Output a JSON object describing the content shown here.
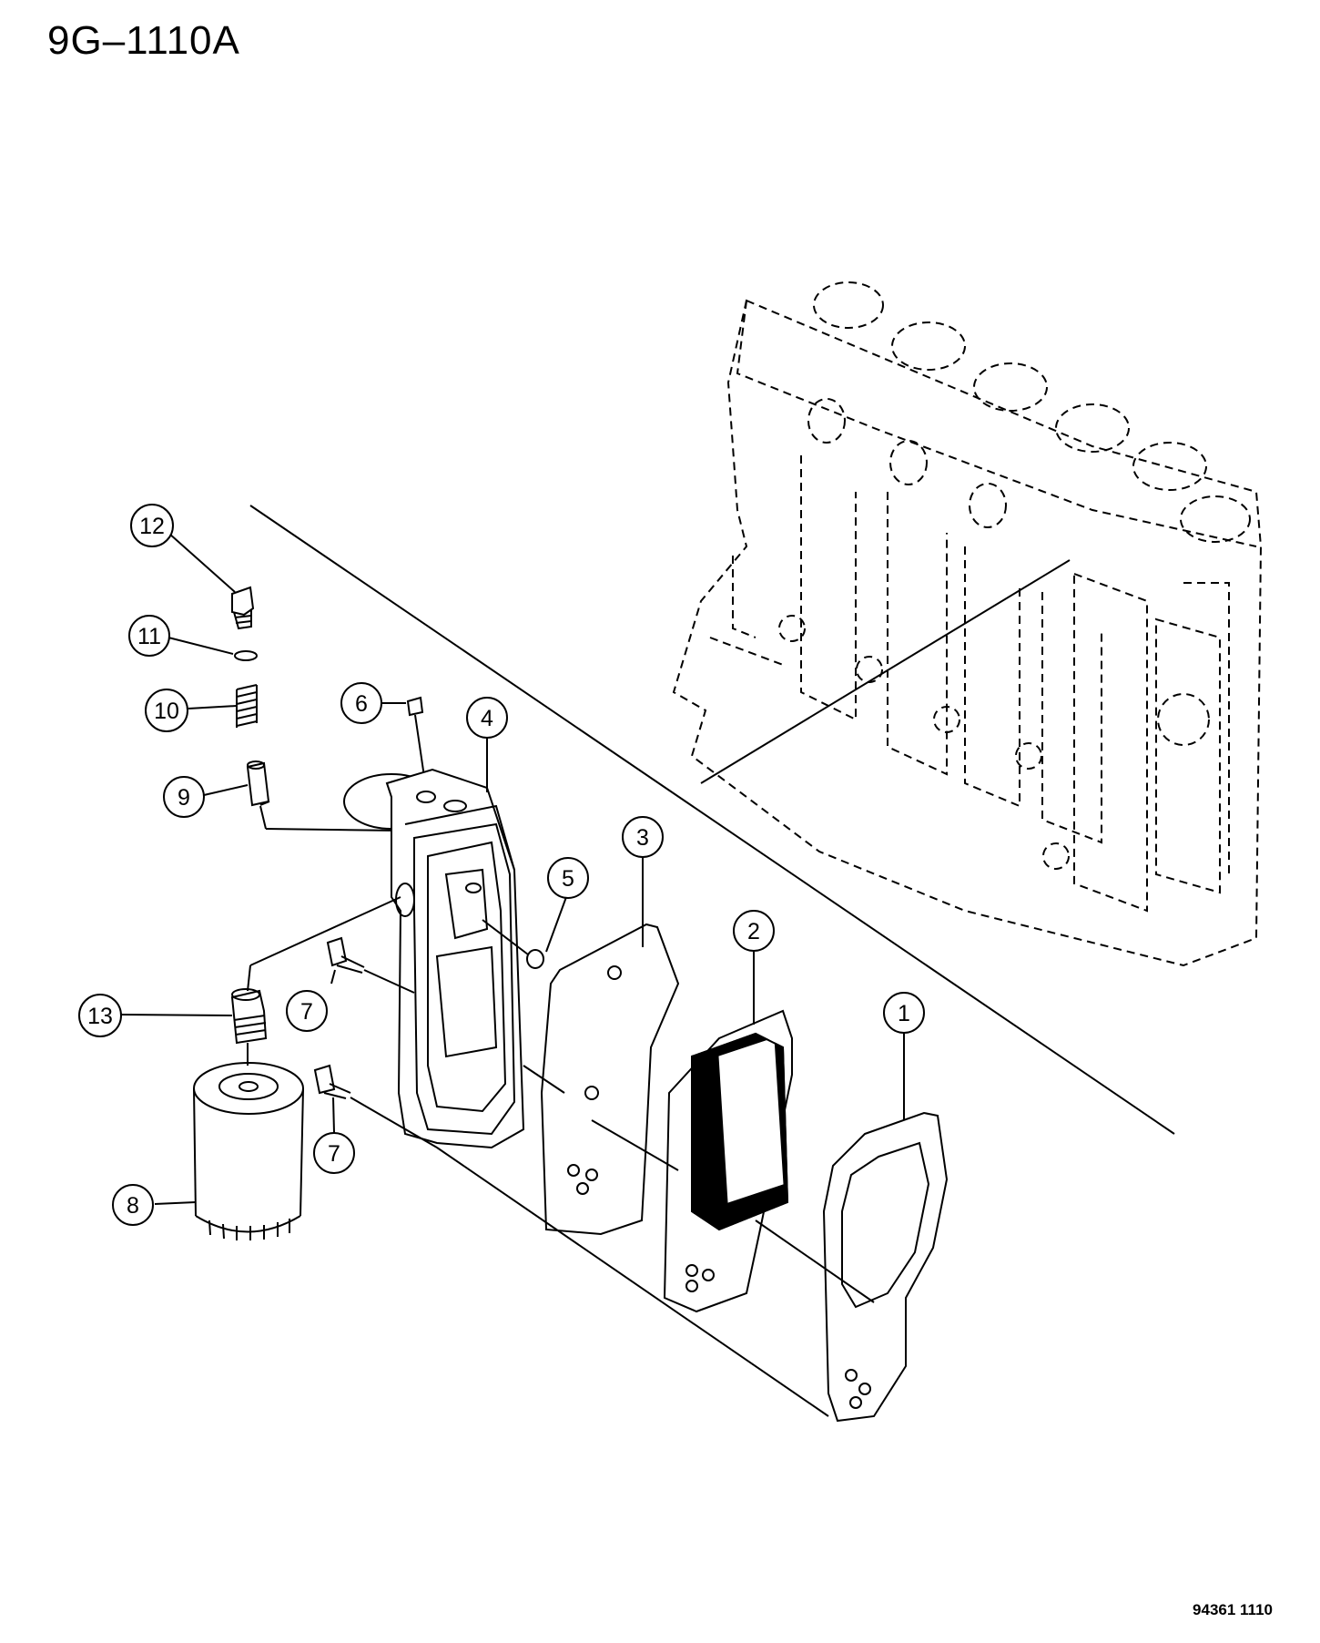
{
  "header": {
    "code": "9G–1110A"
  },
  "footer": {
    "code": "94361 1110"
  },
  "callouts": {
    "c1": "1",
    "c2": "2",
    "c3": "3",
    "c4": "4",
    "c5": "5",
    "c6": "6",
    "c7a": "7",
    "c7b": "7",
    "c8": "8",
    "c9": "9",
    "c10": "10",
    "c11": "11",
    "c12": "12",
    "c13": "13"
  }
}
